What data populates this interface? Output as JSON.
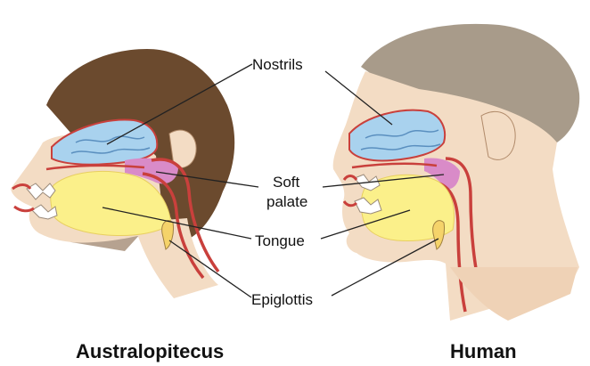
{
  "labels": {
    "nostrils": "Nostrils",
    "soft_palate_line1": "Soft",
    "soft_palate_line2": "palate",
    "tongue": "Tongue",
    "epiglottis": "Epiglottis"
  },
  "captions": {
    "left": "Australopitecus",
    "right": "Human"
  },
  "colors": {
    "nasal_cavity": "#a9d2ee",
    "tongue": "#fbf08a",
    "soft_palate": "#d98bc8",
    "tissue_red": "#c9403c",
    "skin": "#f3dcc4",
    "fur": "#6b4a2e",
    "human_hair": "#a89b8a"
  }
}
